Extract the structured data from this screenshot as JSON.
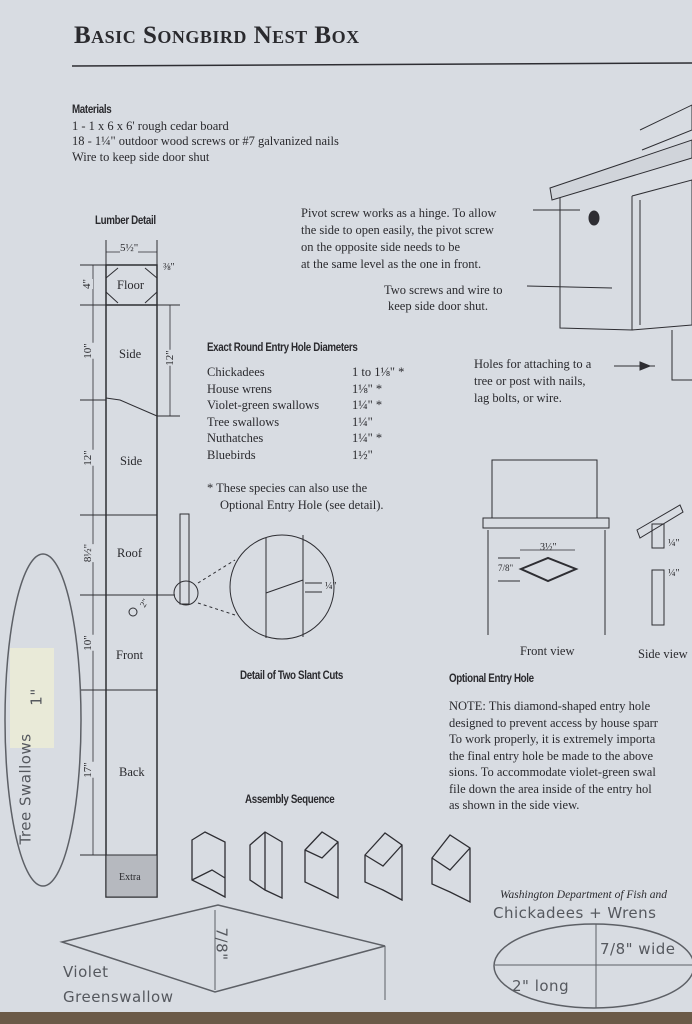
{
  "title": "Basic Songbird Nest Box",
  "materials": {
    "heading": "Materials",
    "items": [
      "1 - 1 x 6 x 6' rough cedar board",
      "18 - 1¼\" outdoor wood screws or #7 galvanized nails",
      "Wire to keep side door shut"
    ]
  },
  "lumber": {
    "heading": "Lumber Detail",
    "width_dim": "5½\"",
    "kerf_dim": "⅜\"",
    "pieces": [
      "Floor",
      "Side",
      "Side",
      "Roof",
      "Front",
      "Back",
      "Extra"
    ],
    "left_dims": [
      "4\"",
      "10\"",
      "12\"",
      "8½\"",
      "10\"",
      "17\""
    ],
    "right_dim": "12\"",
    "hole_dim": "2\""
  },
  "pivot_note": [
    "Pivot screw works as a hinge. To allow",
    "the side to open easily, the pivot screw",
    "on the opposite side needs to be",
    "at the same level as the one in front."
  ],
  "screws_note": [
    "Two screws and wire to",
    "keep side door shut."
  ],
  "holes_note": [
    "Holes for attaching to a",
    "tree or post with nails,",
    "lag bolts, or wire."
  ],
  "diameters": {
    "heading": "Exact Round Entry Hole Diameters",
    "rows": [
      {
        "species": "Chickadees",
        "size": "1 to 1⅛\" *"
      },
      {
        "species": "House wrens",
        "size": "1⅛\" *"
      },
      {
        "species": "Violet-green swallows",
        "size": "1¼\" *"
      },
      {
        "species": "Tree swallows",
        "size": "1¼\""
      },
      {
        "species": "Nuthatches",
        "size": "1¼\" *"
      },
      {
        "species": "Bluebirds",
        "size": "1½\""
      }
    ],
    "footnote": [
      "* These species can also use the",
      "Optional Entry Hole (see detail)."
    ]
  },
  "detail": {
    "label": "Detail of Two Slant Cuts",
    "dim": "¼\""
  },
  "front_view": {
    "label": "Front view",
    "width_dim": "3½\"",
    "height_dim": "7/8\""
  },
  "side_view": {
    "label": "Side view",
    "dim_top": "¼\"",
    "dim_bottom": "¼\""
  },
  "optional": {
    "heading": "Optional Entry Hole",
    "note": [
      "NOTE: This diamond-shaped entry hole",
      "designed to prevent access by house sparr",
      "To work properly, it is extremely importa",
      "the final entry hole be made to the above",
      "sions. To accommodate violet-green swal",
      "file down the area inside of the entry hol",
      "as shown in the side view."
    ]
  },
  "assembly": {
    "heading": "Assembly Sequence"
  },
  "credit": "Washington Department of Fish and",
  "handwritten": {
    "tree_swallows": "Tree Swallows",
    "tree_dim": "1\"",
    "violet": [
      "Violet",
      "Greenswallow"
    ],
    "violet_dim": "7/8\"",
    "chickadees": "Chickadees + Wrens",
    "wide": "7/8\" wide",
    "long": "2\" long"
  },
  "colors": {
    "paper": "#d8dce2",
    "ink": "#2a2a2e",
    "pencil": "#55585e"
  }
}
